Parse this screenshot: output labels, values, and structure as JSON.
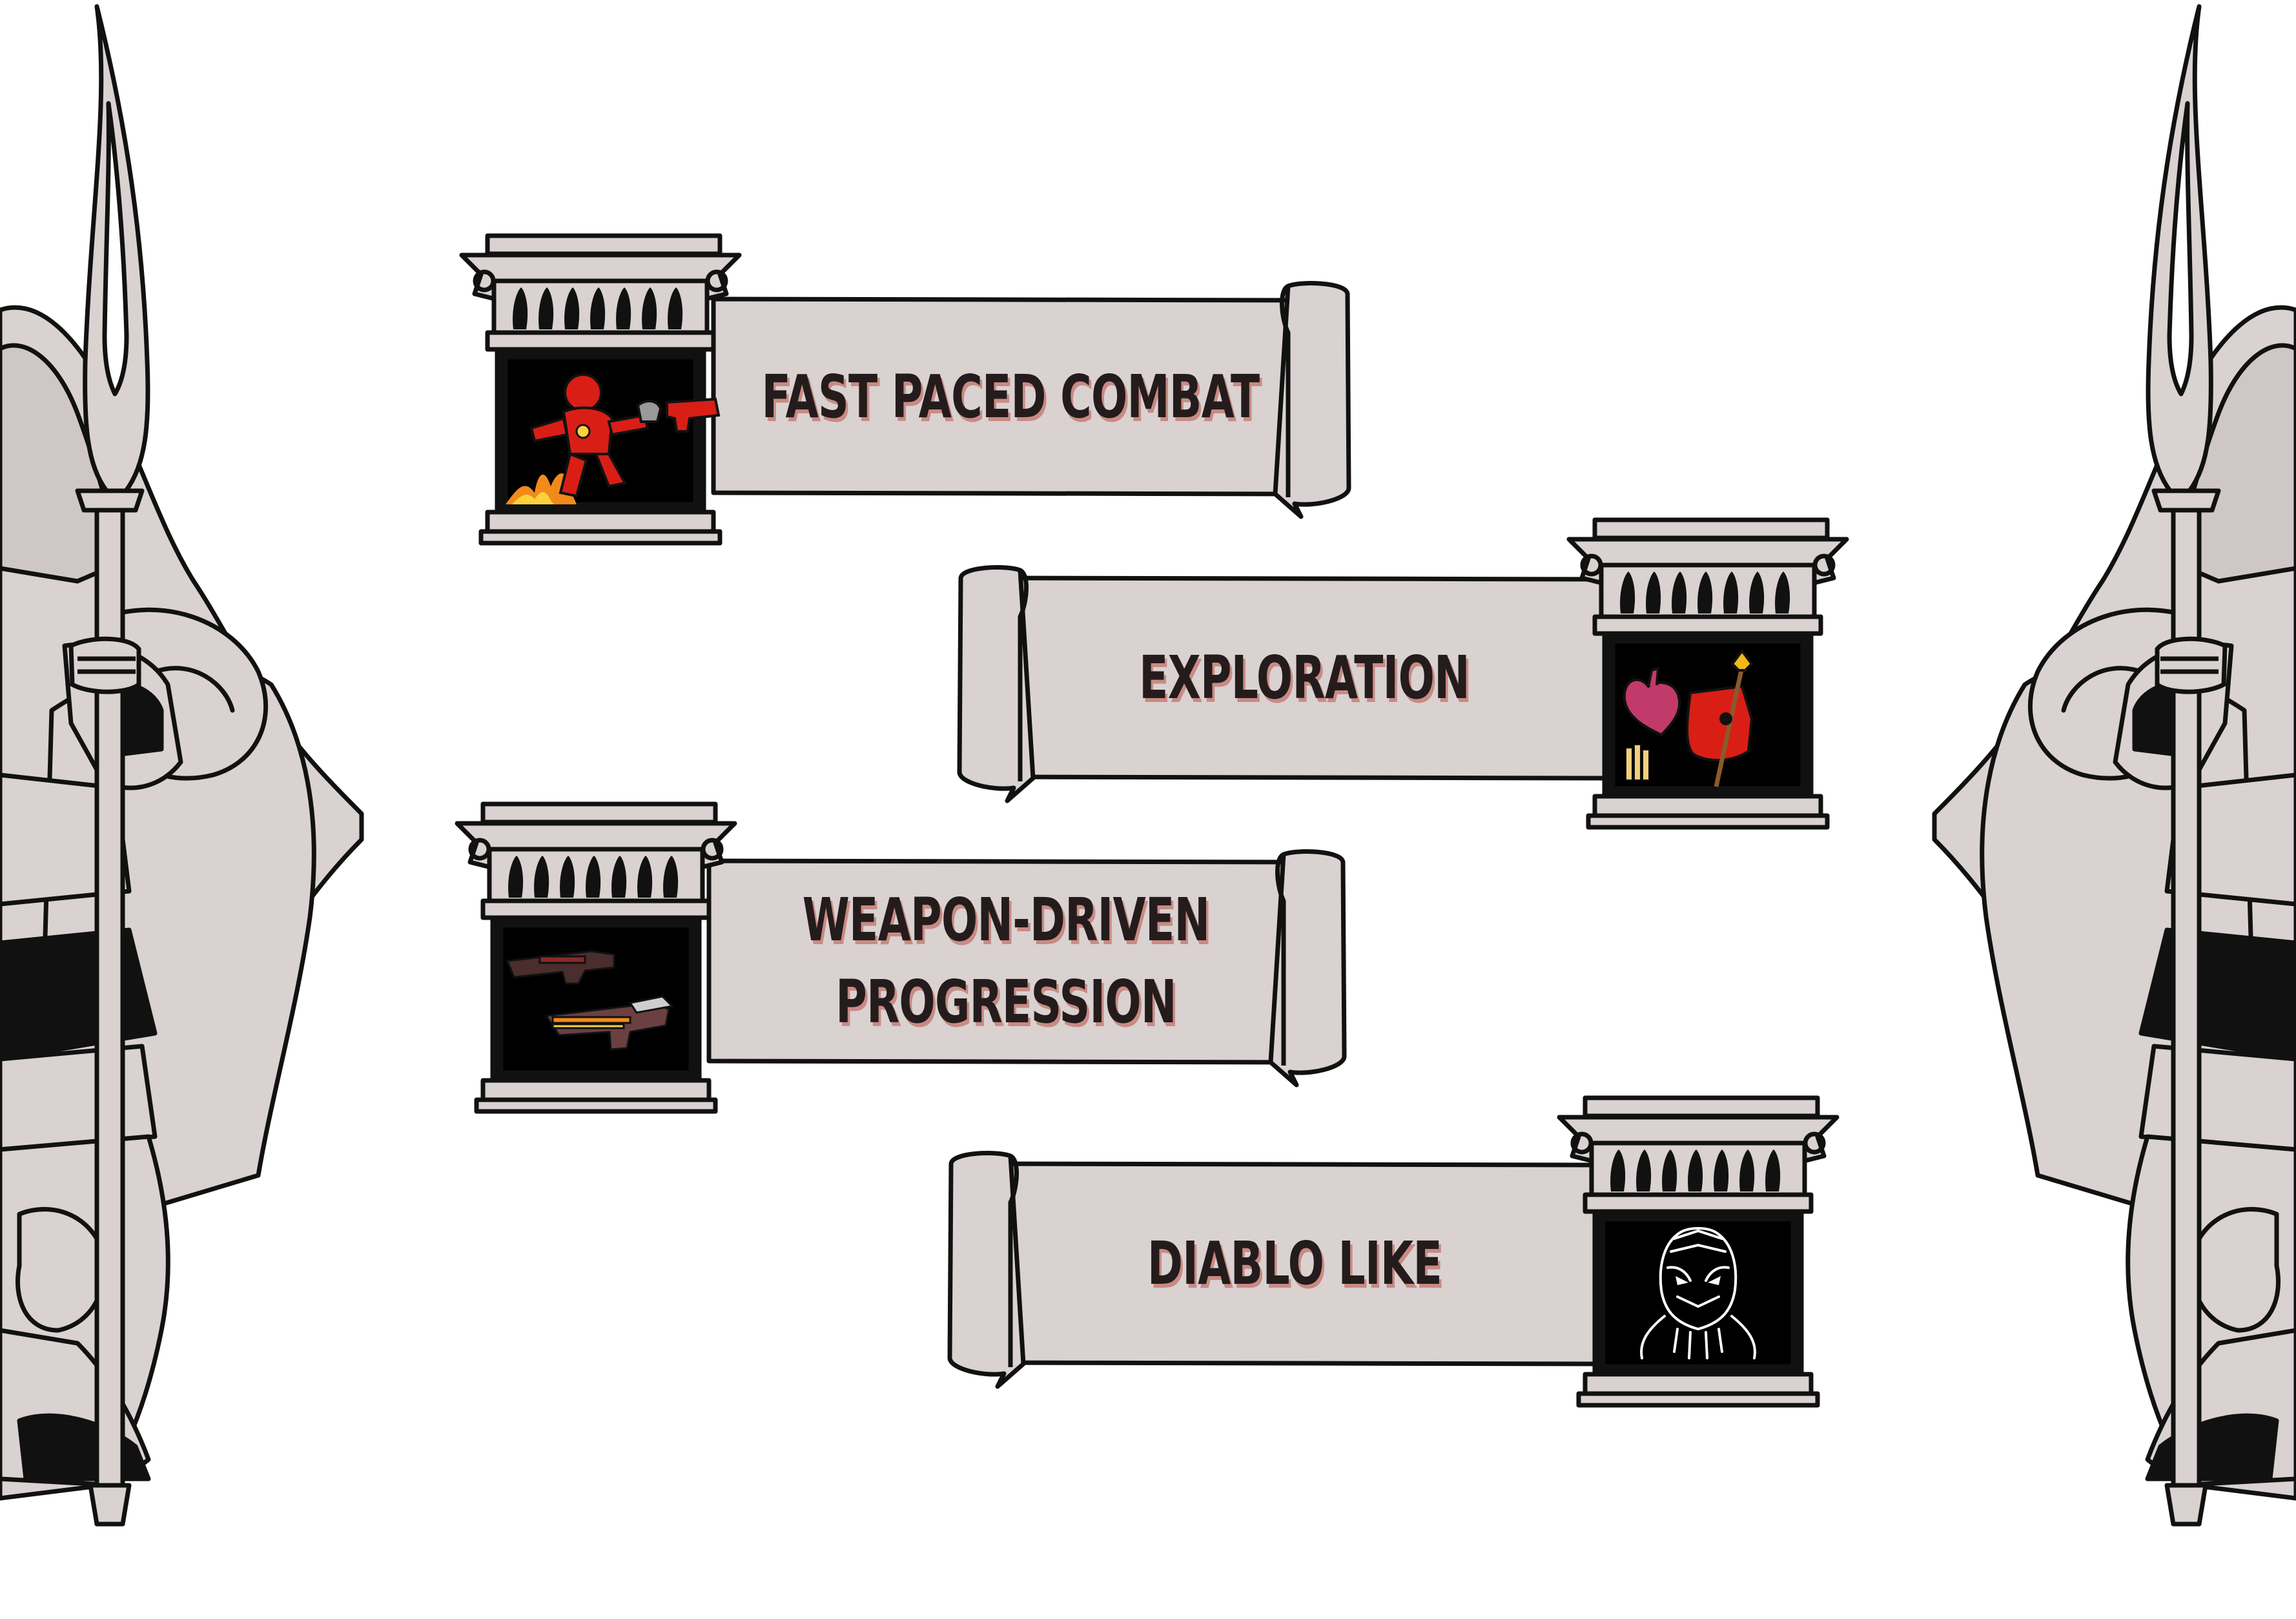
{
  "features": [
    {
      "label": "FAST PACED COMBAT",
      "icon": "red-armored-warrior-icon"
    },
    {
      "label": "EXPLORATION",
      "icon": "heart-and-banner-icon"
    },
    {
      "label_lines": [
        "WEAPON-DRIVEN",
        "PROGRESSION"
      ],
      "icon": "guns-icon"
    },
    {
      "label": "DIABLO LIKE",
      "icon": "demon-skull-icon"
    }
  ],
  "colors": {
    "stone": "#d9d2d1",
    "outline": "#111111",
    "icon_background": "#000000",
    "text": "#241c1c",
    "text_shadow": "#c98a84",
    "accent_red": "#d91e16"
  },
  "decorations": [
    "guardian-statue-left",
    "guardian-statue-right"
  ]
}
